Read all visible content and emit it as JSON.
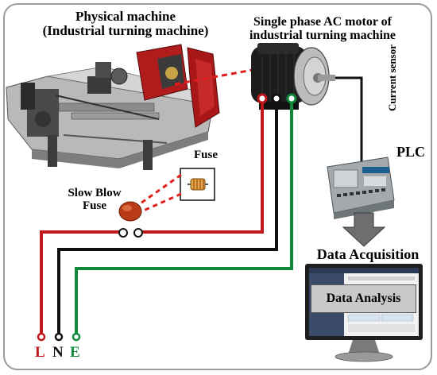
{
  "titles": {
    "physical_line1": "Physical machine",
    "physical_line2": "(Industrial turning machine)",
    "motor_line1": "Single phase AC motor of",
    "motor_line2": "industrial turning machine"
  },
  "labels": {
    "fuse": "Fuse",
    "slow_blow_line1": "Slow Blow",
    "slow_blow_line2": "Fuse",
    "current_sensor": "Current sensor",
    "plc": "PLC",
    "data_acquisition": "Data Acquisition",
    "data_analysis": "Data Analysis"
  },
  "terminals": {
    "live": "L",
    "neutral": "N",
    "earth": "E"
  },
  "colors": {
    "live_wire": "#c0171c",
    "neutral_wire": "#111111",
    "earth_wire": "#10893a",
    "machine_red": "#b01c1c",
    "frame_border": "#9a9a9a"
  },
  "icons": {
    "machine": "lathe-machine-image",
    "motor": "ac-motor-image",
    "plc": "plc-device-image",
    "monitor": "computer-monitor-image",
    "arrow": "down-arrow-icon"
  }
}
